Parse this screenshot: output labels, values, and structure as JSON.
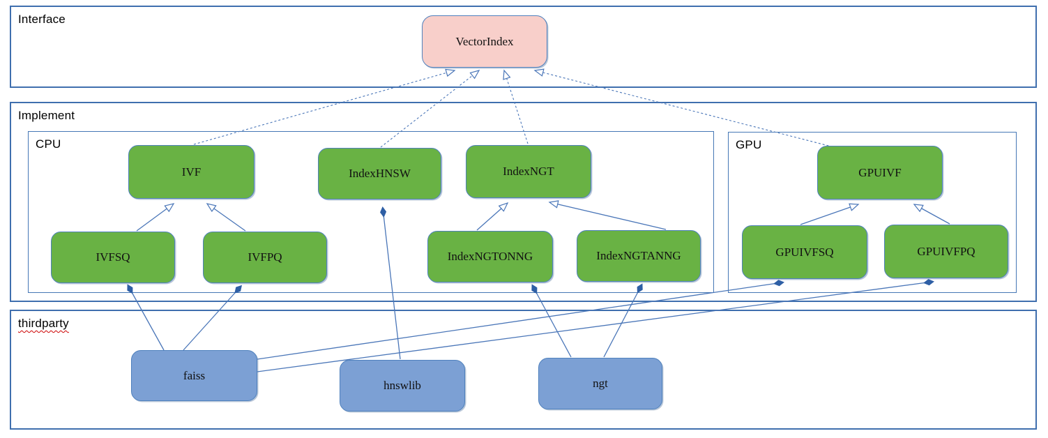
{
  "diagram": {
    "title_hint": "VectorIndex implementation architecture",
    "containers": {
      "interface": {
        "label": "Interface"
      },
      "implement": {
        "label": "Implement"
      },
      "cpu": {
        "label": "CPU"
      },
      "gpu": {
        "label": "GPU"
      },
      "thirdparty": {
        "label": "thirdparty"
      }
    },
    "nodes": {
      "vectorindex": {
        "label": "VectorIndex",
        "kind": "interface"
      },
      "ivf": {
        "label": "IVF",
        "kind": "implementation-cpu"
      },
      "indexhnsw": {
        "label": "IndexHNSW",
        "kind": "implementation-cpu"
      },
      "indexngt": {
        "label": "IndexNGT",
        "kind": "implementation-cpu"
      },
      "ivfsq": {
        "label": "IVFSQ",
        "kind": "implementation-cpu"
      },
      "ivfpq": {
        "label": "IVFPQ",
        "kind": "implementation-cpu"
      },
      "indexngtonng": {
        "label": "IndexNGTONNG",
        "kind": "implementation-cpu"
      },
      "indexngtanng": {
        "label": "IndexNGTANNG",
        "kind": "implementation-cpu"
      },
      "gpuivf": {
        "label": "GPUIVF",
        "kind": "implementation-gpu"
      },
      "gpuivfsq": {
        "label": "GPUIVFSQ",
        "kind": "implementation-gpu"
      },
      "gpuivfpq": {
        "label": "GPUIVFPQ",
        "kind": "implementation-gpu"
      },
      "faiss": {
        "label": "faiss",
        "kind": "thirdparty-lib"
      },
      "hnswlib": {
        "label": "hnswlib",
        "kind": "thirdparty-lib"
      },
      "ngt": {
        "label": "ngt",
        "kind": "thirdparty-lib"
      }
    },
    "relations": [
      {
        "type": "realization-dashed",
        "from": "IVF",
        "to": "VectorIndex"
      },
      {
        "type": "realization-dashed",
        "from": "IndexHNSW",
        "to": "VectorIndex"
      },
      {
        "type": "realization-dashed",
        "from": "IndexNGT",
        "to": "VectorIndex"
      },
      {
        "type": "realization-dashed",
        "from": "GPUIVF",
        "to": "VectorIndex"
      },
      {
        "type": "inheritance",
        "from": "IVFSQ",
        "to": "IVF"
      },
      {
        "type": "inheritance",
        "from": "IVFPQ",
        "to": "IVF"
      },
      {
        "type": "inheritance",
        "from": "IndexNGTONNG",
        "to": "IndexNGT"
      },
      {
        "type": "inheritance",
        "from": "IndexNGTANNG",
        "to": "IndexNGT"
      },
      {
        "type": "inheritance",
        "from": "GPUIVFSQ",
        "to": "GPUIVF"
      },
      {
        "type": "inheritance",
        "from": "GPUIVFPQ",
        "to": "GPUIVF"
      },
      {
        "type": "composition",
        "from": "faiss",
        "to": "IVFSQ"
      },
      {
        "type": "composition",
        "from": "faiss",
        "to": "IVFPQ"
      },
      {
        "type": "composition",
        "from": "faiss",
        "to": "GPUIVFSQ"
      },
      {
        "type": "composition",
        "from": "faiss",
        "to": "GPUIVFPQ"
      },
      {
        "type": "composition",
        "from": "hnswlib",
        "to": "IndexHNSW"
      },
      {
        "type": "composition",
        "from": "ngt",
        "to": "IndexNGTONNG"
      },
      {
        "type": "composition",
        "from": "ngt",
        "to": "IndexNGTANNG"
      }
    ],
    "colors": {
      "interface_node_fill": "#f8cfca",
      "implementation_node_fill": "#69b244",
      "thirdparty_node_fill": "#7ca0d4",
      "node_border": "#4f81bd",
      "container_border": "#3f6fae",
      "edge_line": "#4a76b8",
      "composition_diamond": "#2e5fa5",
      "spellcheck_underline": "#cc0000",
      "text": "#000000"
    }
  }
}
